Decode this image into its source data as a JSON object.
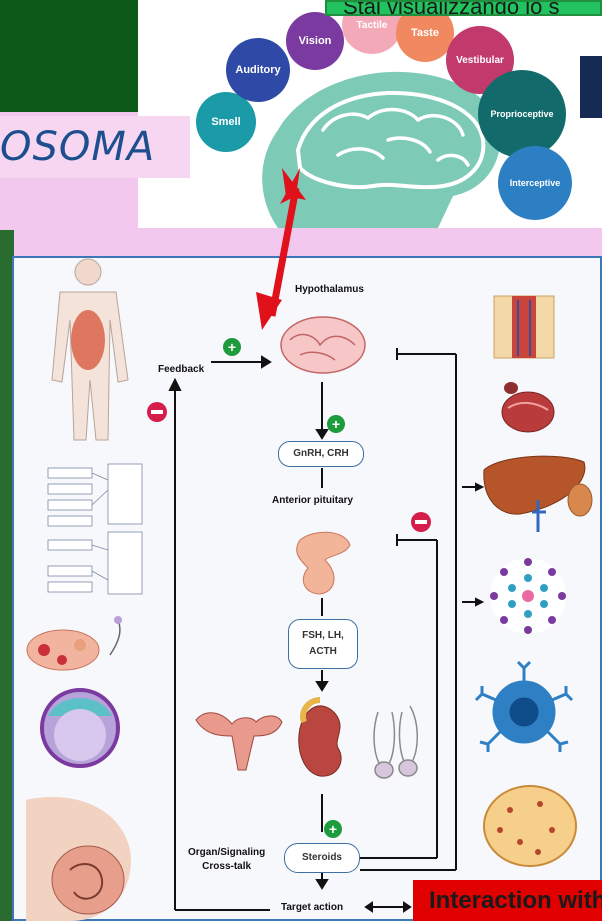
{
  "banner": {
    "text": "Stai visualizzando lo s"
  },
  "side_title": {
    "text": "OSOMA"
  },
  "senses": {
    "smell": "Smell",
    "auditory": "Auditory",
    "vision": "Vision",
    "tactile": "Tactile",
    "taste": "Taste",
    "vestibular": "Vestibular",
    "proprioceptive": "Proprioceptive",
    "interceptive": "Interceptive"
  },
  "diagram": {
    "hypothalamus": "Hypothalamus",
    "feedback": "Feedback",
    "gnrh": "GnRH, CRH",
    "anterior_pituitary": "Anterior pituitary",
    "fsh_line1": "FSH, LH,",
    "fsh_line2": "ACTH",
    "organ_line1": "Organ/Signaling",
    "organ_line2": "Cross-talk",
    "steroids": "Steroids",
    "target_action": "Target action",
    "plus": "+",
    "minus": "−"
  },
  "bottom_banner": {
    "text": "Interaction with"
  },
  "colors": {
    "smell": "#1b9aa8",
    "auditory": "#2f4aa6",
    "vision": "#7b3aa0",
    "tactile": "#f3a9b8",
    "taste": "#f0895f",
    "vestibular": "#c23a6b",
    "proprioceptive": "#126b6a",
    "interceptive": "#2d7fc4",
    "brain": "#7dcab7",
    "arrow_red": "#e0111b"
  }
}
